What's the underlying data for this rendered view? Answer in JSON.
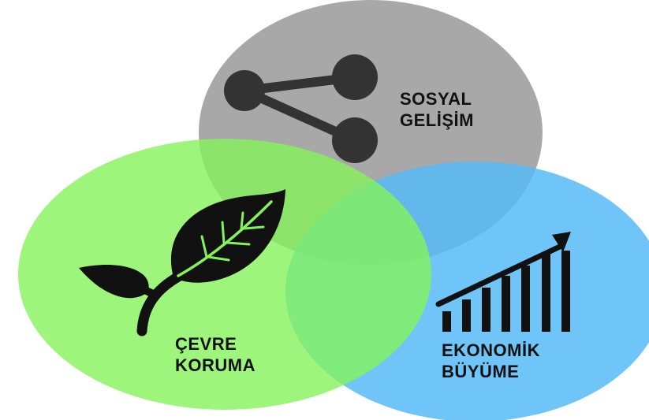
{
  "diagram": {
    "type": "venn",
    "circles": [
      {
        "id": "social",
        "label_lines": [
          "SOSYAL",
          "GELİŞİM"
        ],
        "color": "#8f8f8f",
        "icon": "share-icon"
      },
      {
        "id": "environment",
        "label_lines": [
          "ÇEVRE",
          "KORUMA"
        ],
        "color": "#84f35a",
        "icon": "leaf-sprout-icon"
      },
      {
        "id": "economy",
        "label_lines": [
          "EKONOMİK",
          "BÜYÜME"
        ],
        "color": "#56bbf6",
        "icon": "growth-chart-icon"
      }
    ]
  }
}
